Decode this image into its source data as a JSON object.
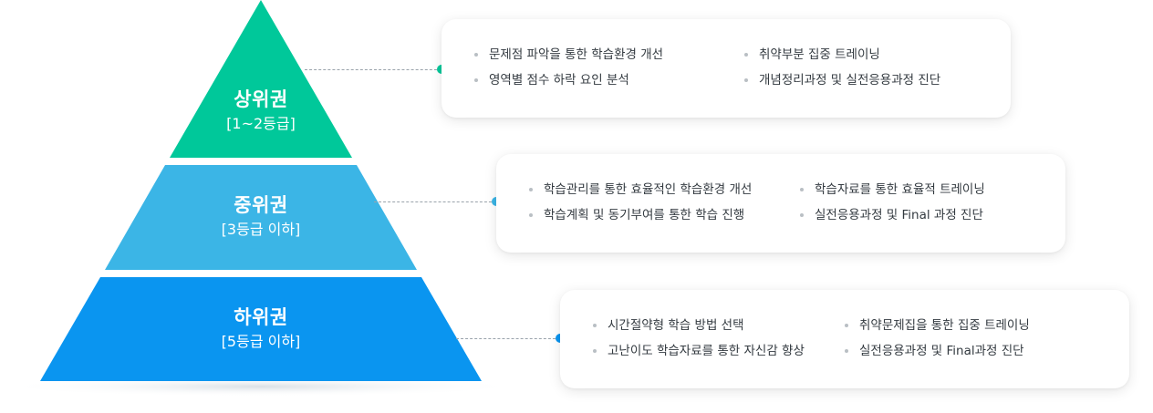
{
  "colors": {
    "tier_top": "#00c89a",
    "tier_mid": "#3bb5e6",
    "tier_bottom": "#0a95f0",
    "connector": "#9aa3ab",
    "bullet": "#b9bfc4"
  },
  "tiers": [
    {
      "title": "상위권",
      "subtitle": "[1~2등급]",
      "col1": [
        "문제점 파악을 통한 학습환경 개선",
        "영역별 점수 하락 요인 분석"
      ],
      "col2": [
        "취약부분 집중 트레이닝",
        "개념정리과정 및 실전응용과정 진단"
      ]
    },
    {
      "title": "중위권",
      "subtitle": "[3등급 이하]",
      "col1": [
        "학습관리를 통한 효율적인 학습환경 개선",
        "학습계획 및 동기부여를 통한 학습 진행"
      ],
      "col2": [
        "학습자료를 통한 효율적 트레이닝",
        "실전응용과정 및 Final 과정 진단"
      ]
    },
    {
      "title": "하위권",
      "subtitle": "[5등급 이하]",
      "col1": [
        "시간절약형 학습 방법 선택",
        "고난이도 학습자료를 통한 자신감 향상"
      ],
      "col2": [
        "취약문제집을 통한 집중 트레이닝",
        "실전응용과정 및 Final과정 진단"
      ]
    }
  ]
}
